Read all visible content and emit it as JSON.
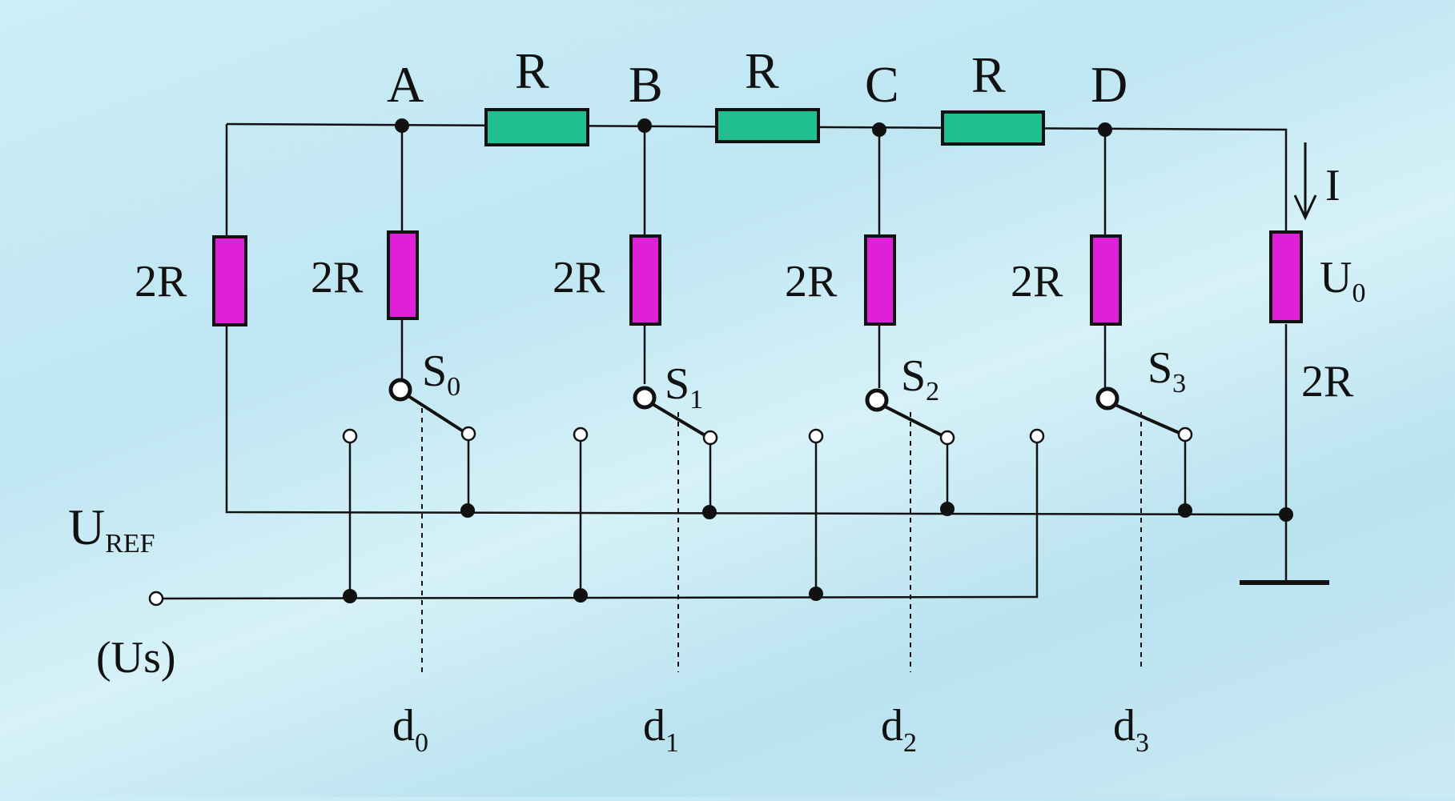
{
  "labels": {
    "node_a": "A",
    "node_b": "B",
    "node_c": "C",
    "node_d": "D",
    "series_r": "R",
    "shunt_2r": "2R",
    "current": "I",
    "output_main": "U",
    "output_sub": "0",
    "uref_main": "U",
    "uref_sub": "REF",
    "us": "(Us)",
    "switch_main": "S",
    "bit_main": "d"
  },
  "switches": [
    {
      "index": "0"
    },
    {
      "index": "1"
    },
    {
      "index": "2"
    },
    {
      "index": "3"
    }
  ],
  "bits": [
    {
      "index": "0"
    },
    {
      "index": "1"
    },
    {
      "index": "2"
    },
    {
      "index": "3"
    }
  ],
  "colors": {
    "series_resistor": "#1fbf8f",
    "shunt_resistor": "#e020d8",
    "wire": "#111111"
  }
}
